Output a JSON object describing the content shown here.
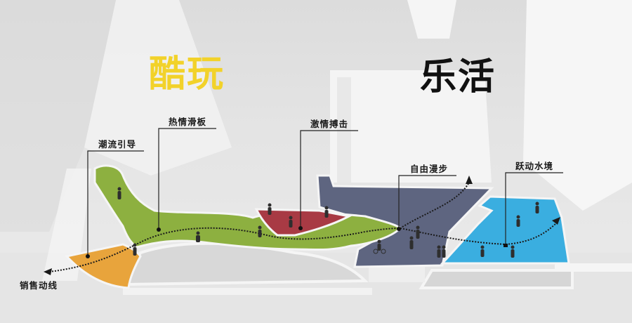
{
  "titles": {
    "cool_play": "酷玩",
    "happy_life": "乐活"
  },
  "zones": [
    {
      "id": "trend-guide",
      "label": "潮流引导",
      "color": "#e8a43c"
    },
    {
      "id": "skateboard",
      "label": "热情滑板",
      "color": "#8db040"
    },
    {
      "id": "boxing",
      "label": "激情搏击",
      "color": "#a83a44"
    },
    {
      "id": "free-walk",
      "label": "自由漫步",
      "color": "#5e6580"
    },
    {
      "id": "water-play",
      "label": "跃动水境",
      "color": "#3aaee0"
    }
  ],
  "route": {
    "label": "销售动线"
  },
  "colors": {
    "title_yellow": "#f2d22a",
    "title_black": "#111111",
    "background": "#e2e2e2"
  }
}
